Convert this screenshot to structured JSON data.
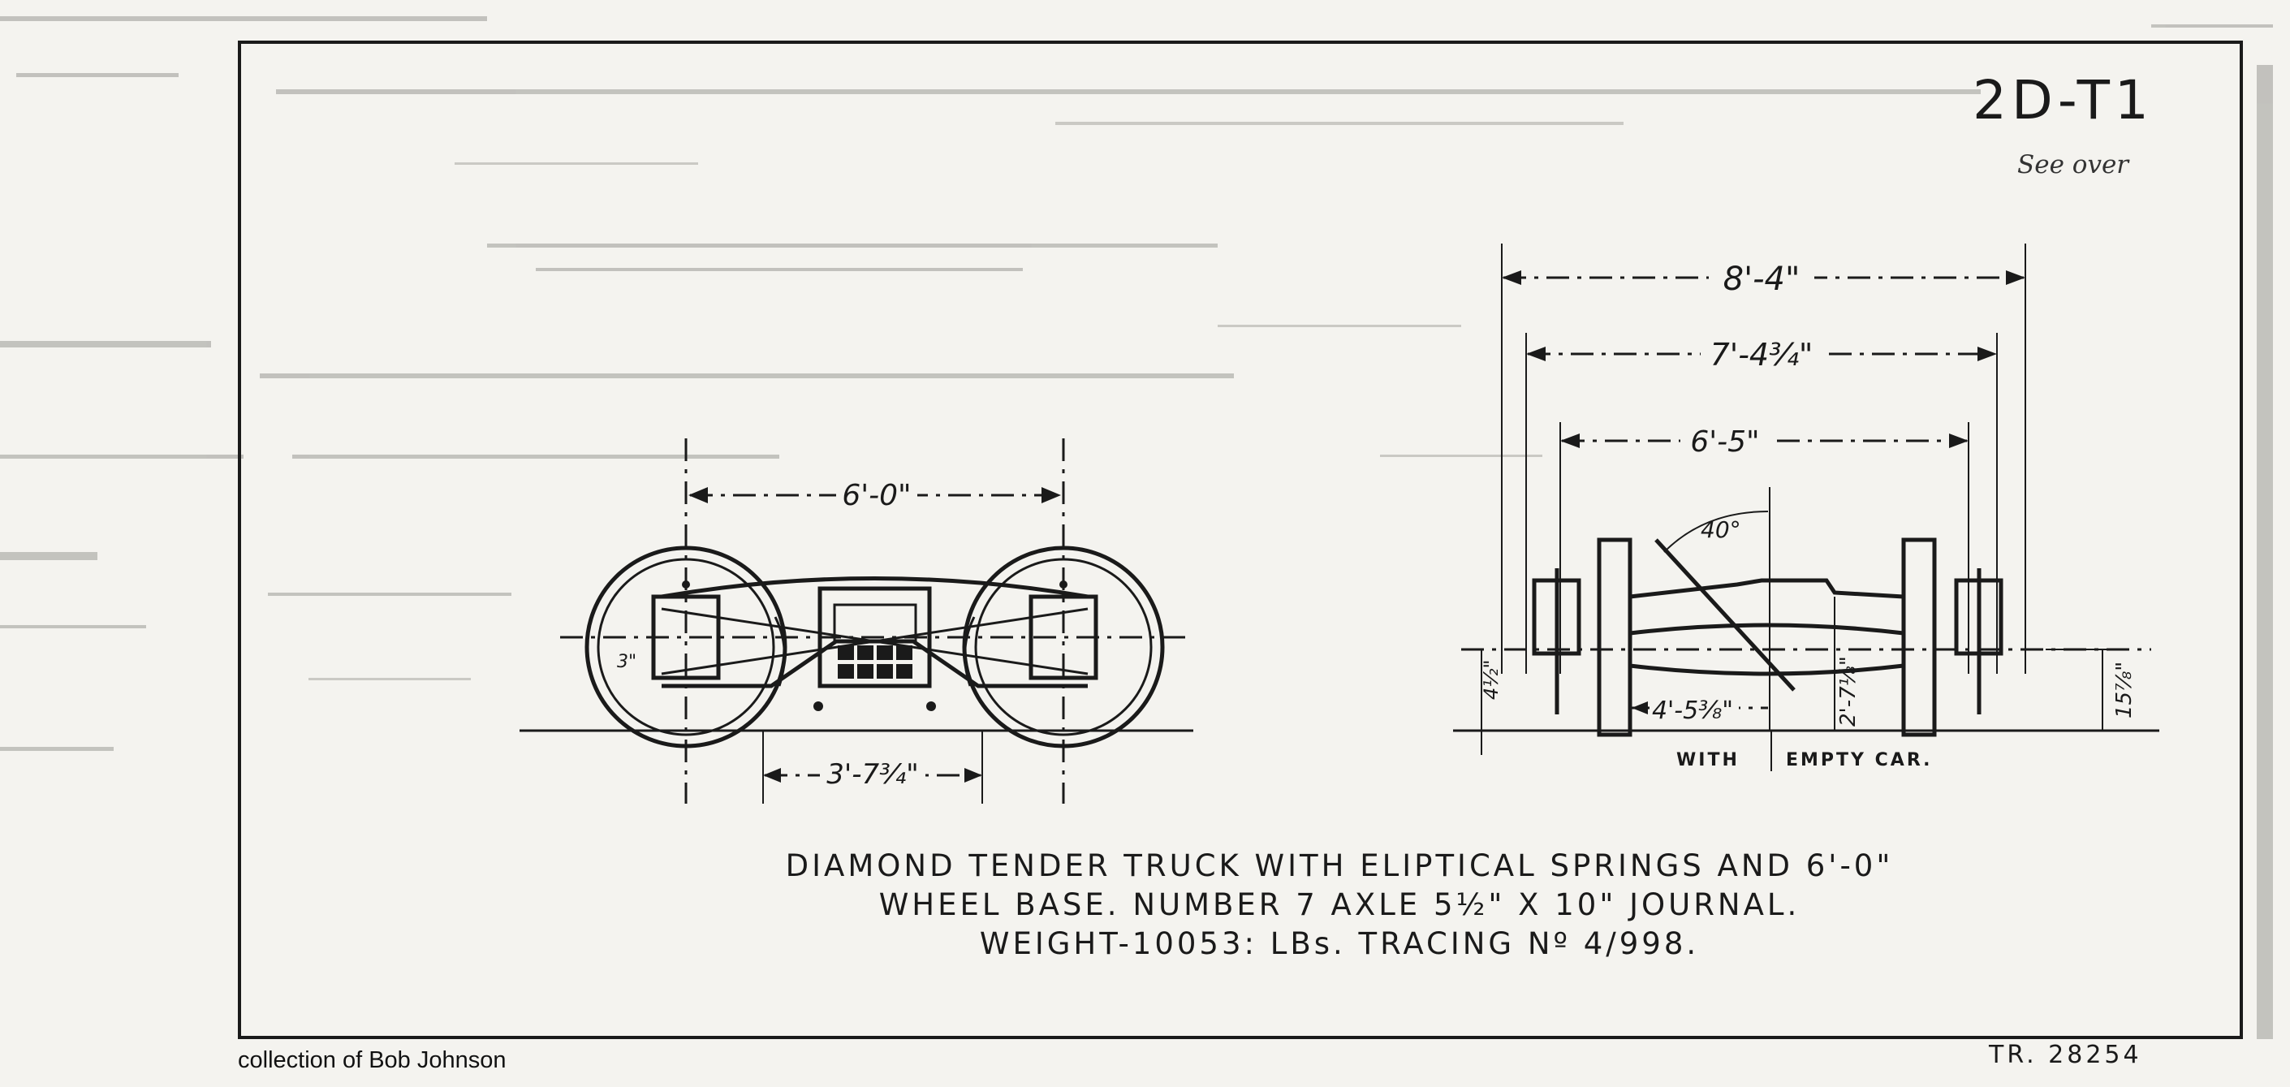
{
  "sheet": {
    "id": "2D-T1",
    "note": "See over",
    "tracing_ref": "TR. 28254"
  },
  "credit": "collection of Bob Johnson",
  "caption": {
    "line1": "DIAMOND TENDER TRUCK WITH ELIPTICAL SPRINGS AND 6'-0\"",
    "line2": "WHEEL BASE. NUMBER 7 AXLE 5½\" X 10\" JOURNAL.",
    "line3": "WEIGHT-10053: LBs.   TRACING Nº 4/998."
  },
  "side_view": {
    "wheel_base": "6'-0\"",
    "lower_dim": "3'-7¾\"",
    "wheel_note": "3\""
  },
  "end_view": {
    "overall": "8'-4\"",
    "inner": "7'-4¾\"",
    "gauge": "6'-5\"",
    "angle": "40°",
    "half": "4'-5⅜\"",
    "height_center": "2'-7⅛\"",
    "height_right": "15⅞\"",
    "height_left": "4½\"",
    "label_with": "WITH",
    "label_empty": "EMPTY CAR."
  }
}
